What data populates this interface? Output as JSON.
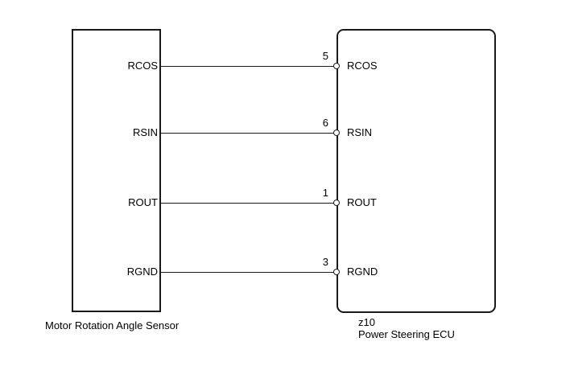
{
  "diagram": {
    "left_component": {
      "caption": "Motor Rotation Angle Sensor"
    },
    "right_component": {
      "code": "z10",
      "caption": "Power Steering ECU"
    },
    "connections": [
      {
        "signal": "RCOS",
        "pin": "5"
      },
      {
        "signal": "RSIN",
        "pin": "6"
      },
      {
        "signal": "ROUT",
        "pin": "1"
      },
      {
        "signal": "RGND",
        "pin": "3"
      }
    ],
    "colors": {
      "line": "#1a1a1a",
      "background": "#ffffff",
      "text": "#000000"
    }
  }
}
